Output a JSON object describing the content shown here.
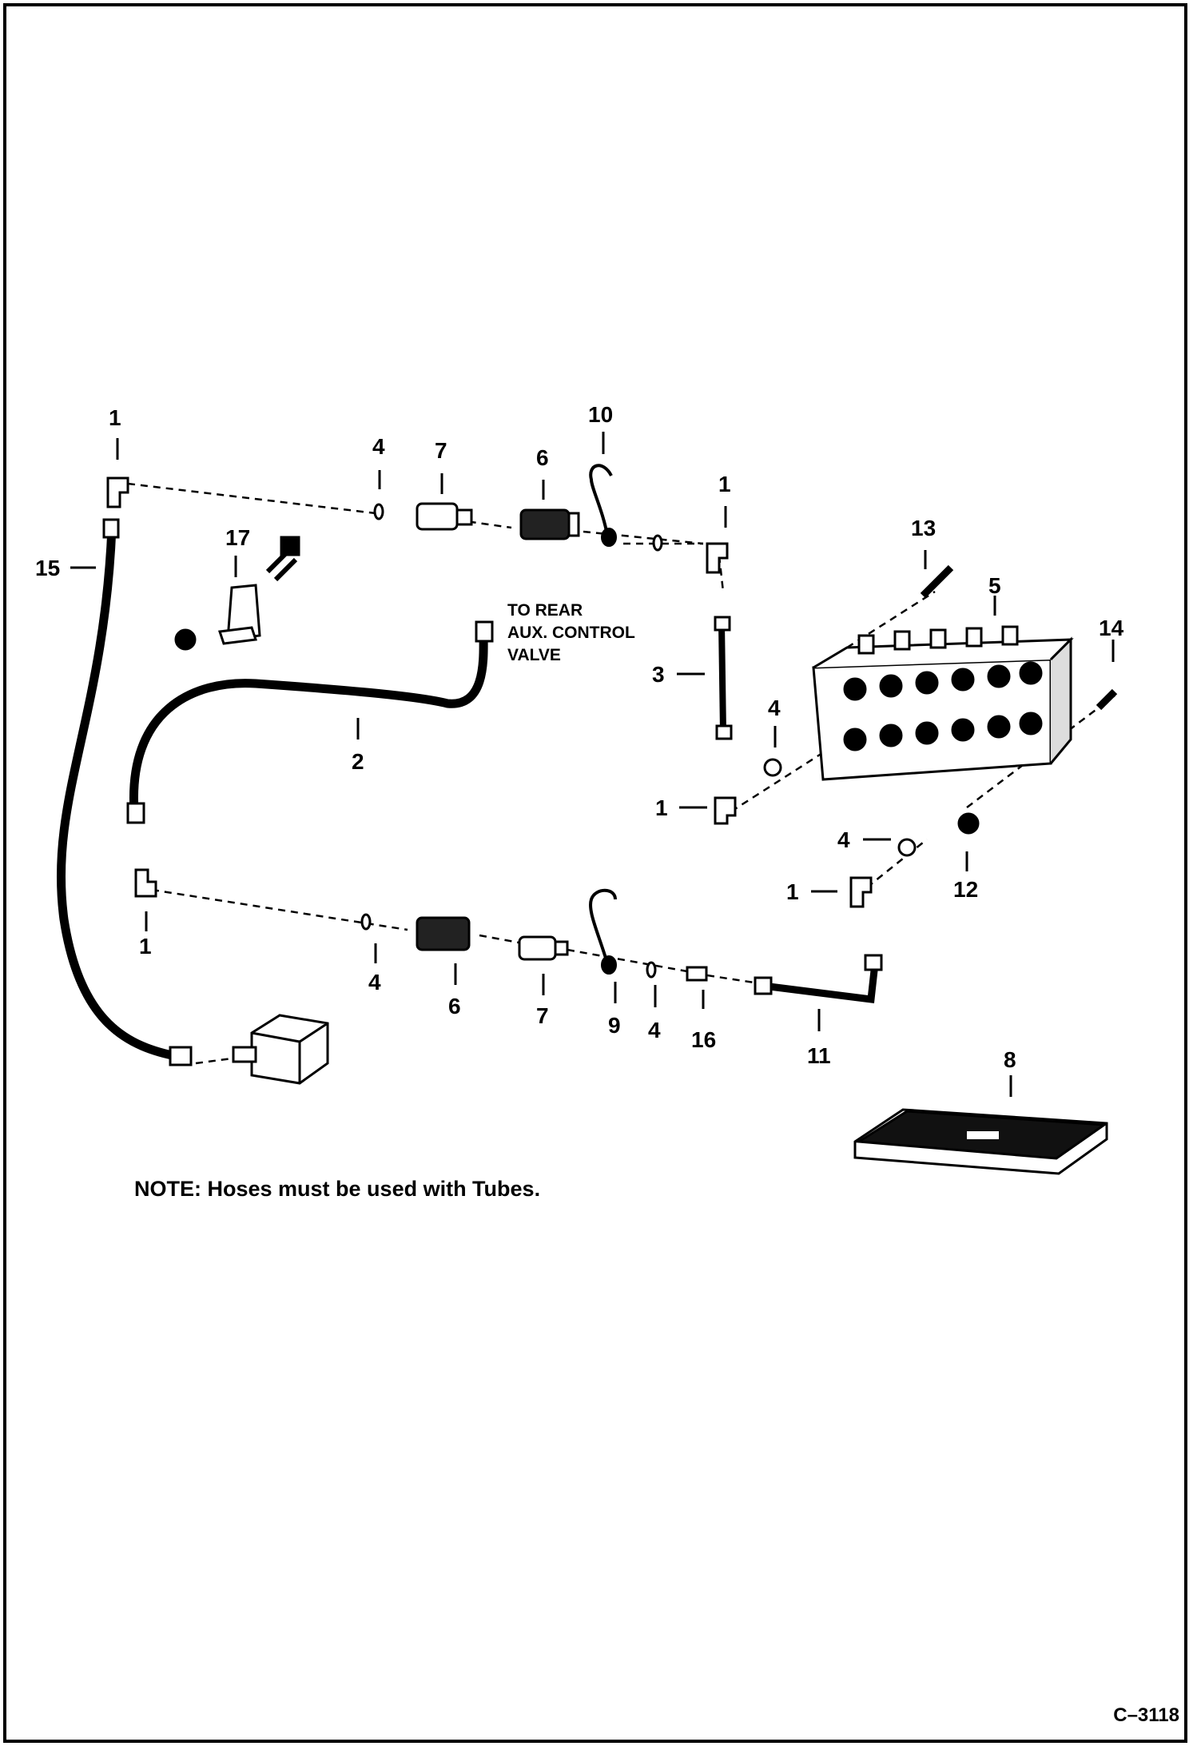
{
  "callouts": {
    "c1a": "1",
    "c1b": "1",
    "c1c": "1",
    "c1d": "1",
    "c1e": "1",
    "c2": "2",
    "c3": "3",
    "c4a": "4",
    "c4b": "4",
    "c4c": "4",
    "c4d": "4",
    "c4e": "4",
    "c5": "5",
    "c6a": "6",
    "c6b": "6",
    "c7a": "7",
    "c7b": "7",
    "c8": "8",
    "c9": "9",
    "c10": "10",
    "c11": "11",
    "c12": "12",
    "c13": "13",
    "c14": "14",
    "c15": "15",
    "c16": "16",
    "c17": "17"
  },
  "aux_label": {
    "line1": "TO REAR",
    "line2": "AUX. CONTROL",
    "line3": "VALVE"
  },
  "note": "NOTE: Hoses must be used with Tubes.",
  "figure_ref": "C–3118"
}
